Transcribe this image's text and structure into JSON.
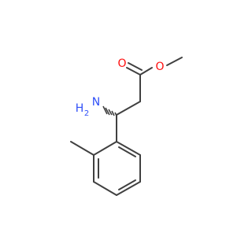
{
  "molecule": {
    "atoms": {
      "carbonyl_oxygen": {
        "label": "O",
        "color": "#ff0d0d"
      },
      "ester_oxygen": {
        "label": "O",
        "color": "#ff0d0d"
      },
      "amine_nitrogen": {
        "label": "H",
        "sub": "2",
        "main": "N",
        "color": "#3050f8"
      }
    },
    "bond_color": "#404040",
    "stereo_bond": "hashed-wedge"
  }
}
